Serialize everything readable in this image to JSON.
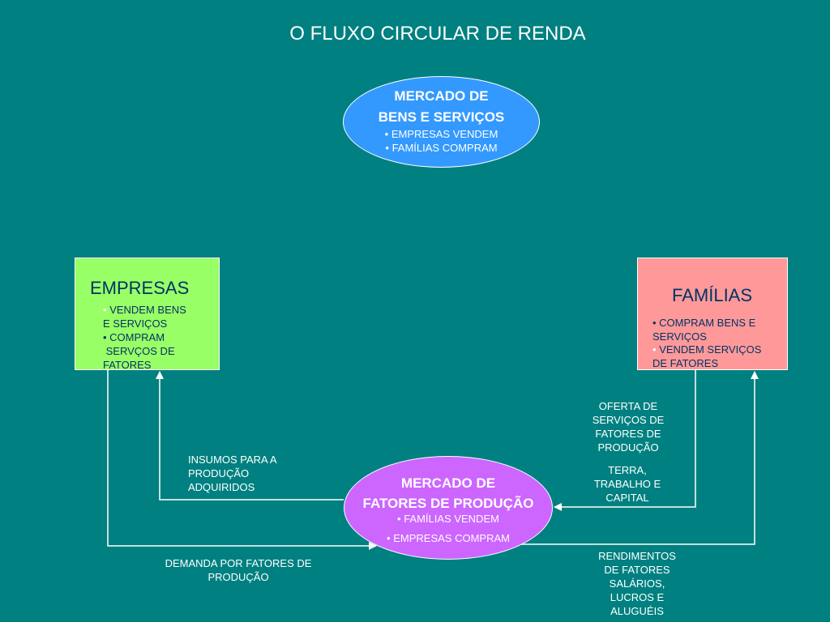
{
  "title": "O FLUXO CIRCULAR DE RENDA",
  "market_goods": {
    "title_line1": "MERCADO DE",
    "title_line2": "BENS E SERVIÇOS",
    "bullet1": "• EMPRESAS VENDEM",
    "bullet2": "• FAMÍLIAS COMPRAM"
  },
  "market_factors": {
    "title_line1": "MERCADO DE",
    "title_line2": "FATORES DE PRODUÇÃO",
    "bullet1": "• FAMÍLIAS VENDEM",
    "bullet2": "• EMPRESAS COMPRAM"
  },
  "empresas": {
    "title": "EMPRESAS",
    "bullet1_mark": "•",
    "bullet1_text": "VENDEM BENS",
    "bullet1_text2": "E SERVIÇOS",
    "bullet2_text": "• COMPRAM",
    "bullet2_text2": " SERVÇOS DE",
    "bullet2_text3": "FATORES"
  },
  "familias": {
    "title": "FAMÍLIAS",
    "bullet1_text": "• COMPRAM BENS E",
    "bullet1_text2": "SERVIÇOS",
    "bullet2_mark": "•",
    "bullet2_text": "VENDEM SERVIÇOS",
    "bullet2_text2": "DE FATORES"
  },
  "labels": {
    "insumos_1": "INSUMOS PARA A",
    "insumos_2": "PRODUÇÃO",
    "insumos_3": "ADQUIRIDOS",
    "demanda_1": "DEMANDA POR FATORES DE",
    "demanda_2": "PRODUÇÃO",
    "oferta_1": "OFERTA DE",
    "oferta_2": "SERVIÇOS DE",
    "oferta_3": "FATORES DE",
    "oferta_4": "PRODUÇÃO",
    "terra_1": "TERRA,",
    "terra_2": "TRABALHO E",
    "terra_3": "CAPITAL",
    "rend_1": "RENDIMENTOS",
    "rend_2": "DE FATORES",
    "rend_3": "SALÁRIOS,",
    "rend_4": "LUCROS E",
    "rend_5": "ALUGUÉIS"
  },
  "colors": {
    "background": "#008080",
    "market_goods": "#3399ff",
    "market_factors": "#cc66ff",
    "empresas_box": "#99ff66",
    "familias_box": "#ff9999",
    "box_text": "#003366",
    "lines": "#ffffff"
  }
}
